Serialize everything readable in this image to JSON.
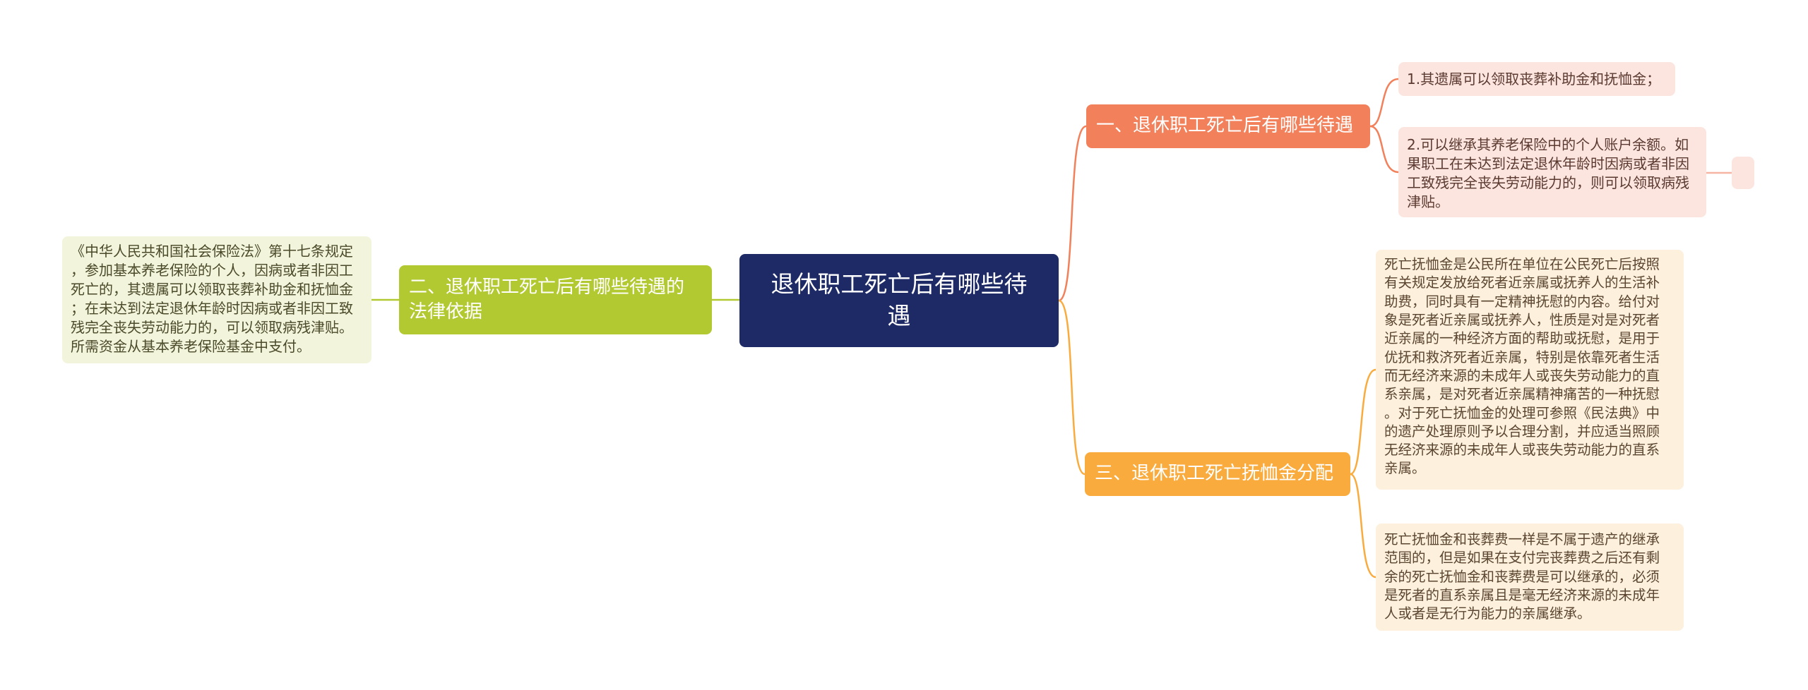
{
  "colors": {
    "root": "#1e2a66",
    "branch1": "#f2805a",
    "branch2": "#b3c931",
    "branch3": "#f9ab3e",
    "leaf1": "#fde5df",
    "leaf2": "#f2f4db",
    "leaf3": "#fdf0dc"
  },
  "root": {
    "title": "退休职工死亡后有哪些待\n遇"
  },
  "branch1": {
    "title": "一、退休职工死亡后有哪些待遇",
    "leaves": [
      {
        "text": "1.其遗属可以领取丧葬补助金和抚恤金；"
      },
      {
        "text": "2.可以继承其养老保险中的个人账户余额。如\n果职工在未达到法定退休年龄时因病或者非因\n工致残完全丧失劳动能力的，则可以领取病残\n津贴。"
      }
    ]
  },
  "branch2": {
    "title": "二、退休职工死亡后有哪些待遇的\n法律依据",
    "leaves": [
      {
        "text": "《中华人民共和国社会保险法》第十七条规定\n，参加基本养老保险的个人，因病或者非因工\n死亡的，其遗属可以领取丧葬补助金和抚恤金\n；在未达到法定退休年龄时因病或者非因工致\n残完全丧失劳动能力的，可以领取病残津贴。\n所需资金从基本养老保险基金中支付。"
      }
    ]
  },
  "branch3": {
    "title": "三、退休职工死亡抚恤金分配",
    "leaves": [
      {
        "text": "死亡抚恤金是公民所在单位在公民死亡后按照\n有关规定发放给死者近亲属或抚养人的生活补\n助费，同时具有一定精神抚慰的内容。给付对\n象是死者近亲属或抚养人，性质是对是对死者\n近亲属的一种经济方面的帮助或抚慰，是用于\n优抚和救济死者近亲属，特别是依靠死者生活\n而无经济来源的未成年人或丧失劳动能力的直\n系亲属，是对死者近亲属精神痛苦的一种抚慰\n。对于死亡抚恤金的处理可参照《民法典》中\n的遗产处理原则予以合理分割，并应适当照顾\n无经济来源的未成年人或丧失劳动能力的直系\n亲属。"
      },
      {
        "text": "死亡抚恤金和丧葬费一样是不属于遗产的继承\n范围的，但是如果在支付完丧葬费之后还有剩\n余的死亡抚恤金和丧葬费是可以继承的，必须\n是死者的直系亲属且是毫无经济来源的未成年\n人或者是无行为能力的亲属继承。"
      }
    ]
  }
}
